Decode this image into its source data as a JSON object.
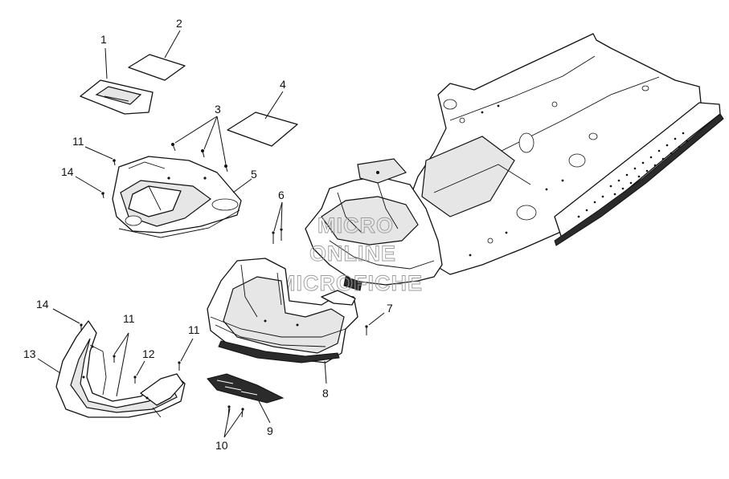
{
  "watermark": {
    "line1": "MICRO",
    "line2": "ONLINE",
    "line3": "MICROFICHE"
  },
  "callouts": [
    {
      "id": "c1",
      "label": "1"
    },
    {
      "id": "c2",
      "label": "2"
    },
    {
      "id": "c3",
      "label": "3"
    },
    {
      "id": "c4",
      "label": "4"
    },
    {
      "id": "c5",
      "label": "5"
    },
    {
      "id": "c6",
      "label": "6"
    },
    {
      "id": "c7",
      "label": "7"
    },
    {
      "id": "c8",
      "label": "8"
    },
    {
      "id": "c9",
      "label": "9"
    },
    {
      "id": "c10",
      "label": "10"
    },
    {
      "id": "c11a",
      "label": "11"
    },
    {
      "id": "c11b",
      "label": "11"
    },
    {
      "id": "c11c",
      "label": "11"
    },
    {
      "id": "c12",
      "label": "12"
    },
    {
      "id": "c13",
      "label": "13"
    },
    {
      "id": "c14a",
      "label": "14"
    },
    {
      "id": "c14b",
      "label": "14"
    }
  ]
}
